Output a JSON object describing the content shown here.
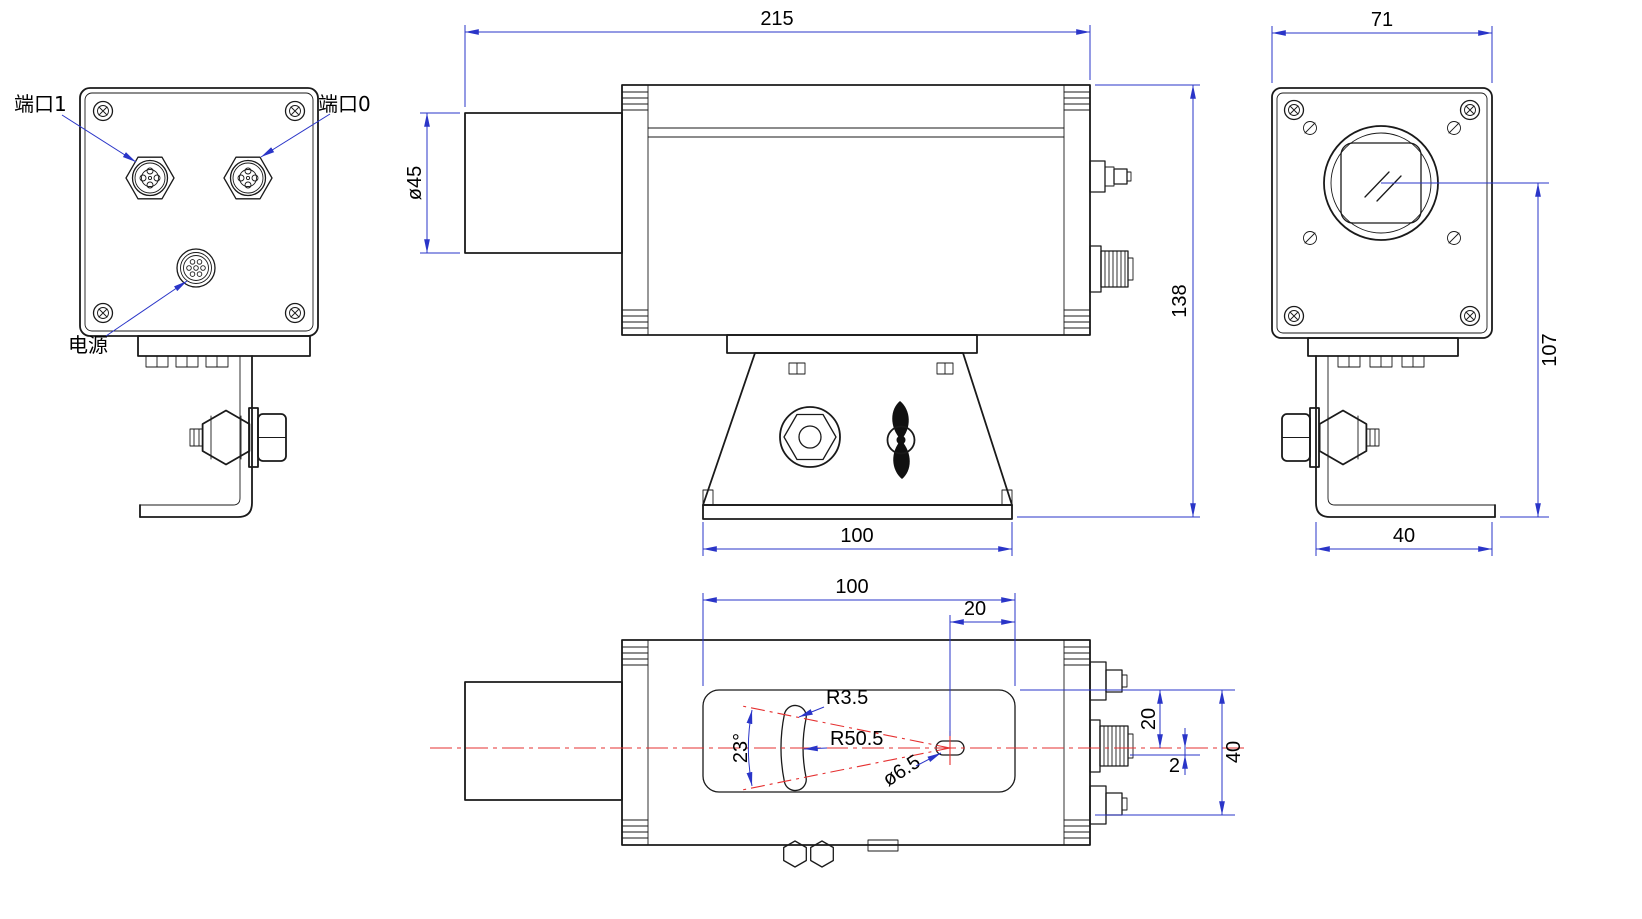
{
  "labels": {
    "port1": "端口1",
    "port0": "端口0",
    "power": "电源"
  },
  "side_view": {
    "length": "215",
    "lens_diameter": "ø45",
    "height": "138",
    "bracket_base": "100"
  },
  "front_view": {
    "width": "71",
    "lens_center_height": "107",
    "bracket_foot": "40"
  },
  "bottom_view": {
    "slot_span": "100",
    "hole_offset": "20",
    "slot_end_radius": "R3.5",
    "slot_arc_radius": "R50.5",
    "slot_angle": "23°",
    "hole_diameter": "ø6.5",
    "edge_to_axis": "20",
    "axis_offset": "2",
    "vertical_span": "40"
  },
  "colors": {
    "geometry": "#1a1a1a",
    "dimension": "#2a35c8",
    "centerline": "#e53030"
  }
}
